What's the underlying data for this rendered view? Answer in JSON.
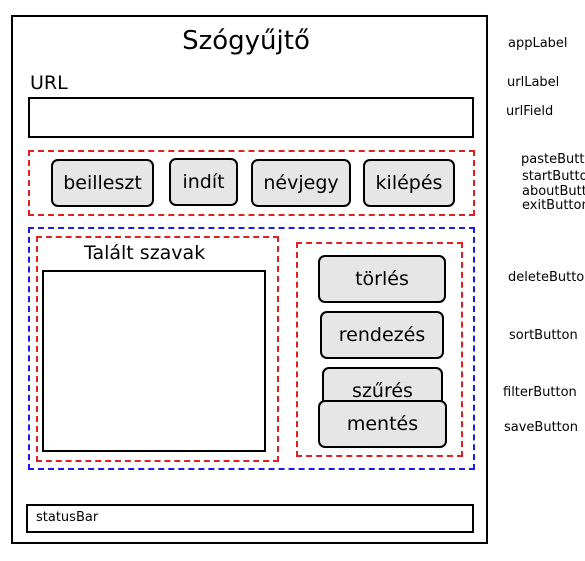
{
  "app": {
    "title": "Szógyűjtő"
  },
  "url": {
    "label": "URL",
    "value": ""
  },
  "toolbar": {
    "paste_label": "beilleszt",
    "start_label": "indít",
    "about_label": "névjegy",
    "exit_label": "kilépés"
  },
  "found_words": {
    "title": "Talált szavak",
    "items": []
  },
  "actions": {
    "delete_label": "törlés",
    "sort_label": "rendezés",
    "filter_label": "szűrés",
    "save_label": "mentés"
  },
  "status_bar": {
    "text": "statusBar"
  },
  "annotations": {
    "app_label": "appLabel",
    "url_label": "urlLabel",
    "url_field": "urlField",
    "paste_button": "pasteButton",
    "start_button": "startButton",
    "about_button": "aboutButton",
    "exit_button": "exitButton",
    "delete_button": "deleteButton",
    "sort_button": "sortButton",
    "filter_button": "filterButton",
    "save_button": "saveButton"
  },
  "colors": {
    "group_outline_red": "#e02020",
    "group_outline_blue": "#1a1aee",
    "button_fill": "#e6e6e6"
  }
}
